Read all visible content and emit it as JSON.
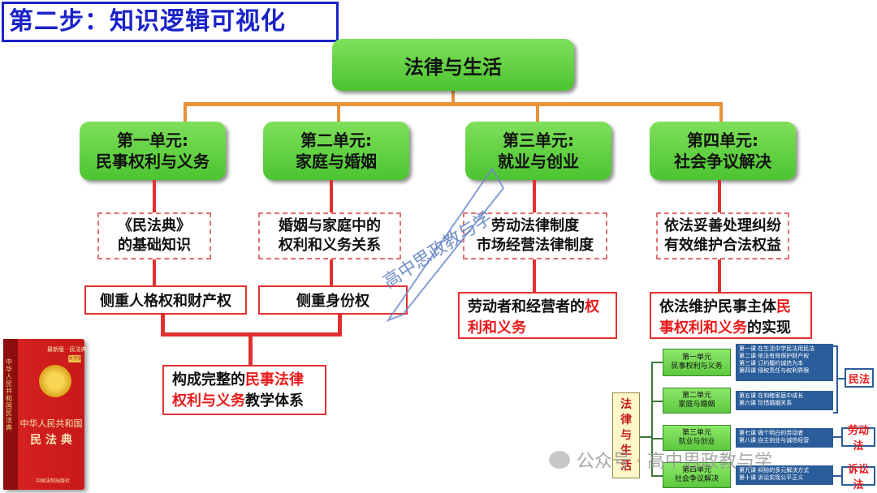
{
  "header": {
    "title": "第二步：知识逻辑可视化"
  },
  "root": {
    "label": "法律与生活"
  },
  "units": [
    {
      "line1": "第一单元:",
      "line2": "民事权利与义务",
      "content1": "《民法典》",
      "content2": "的基础知识",
      "focus": "侧重人格权和财产权"
    },
    {
      "line1": "第二单元:",
      "line2": "家庭与婚姻",
      "content1": "婚姻与家庭中的",
      "content2": "权利和义务关系",
      "focus": "侧重身份权"
    },
    {
      "line1": "第三单元:",
      "line2": "就业与创业",
      "content1": "劳动法律制度",
      "content2": "市场经营法律制度",
      "focus_prefix": "劳动者和经营者的",
      "focus_hl1": "权",
      "focus_hl2": "利和义务"
    },
    {
      "line1": "第四单元:",
      "line2": "社会争议解决",
      "content1": "依法妥善处理纠纷",
      "content2": "有效维护合法权益",
      "focus_prefix": "依法维护民事主体",
      "focus_hl1": "民",
      "focus_hl2": "事权利和义务",
      "focus_suffix": "的实现"
    }
  ],
  "summary": {
    "prefix": "构成完整的",
    "hl1": "民事法律",
    "hl2": "权利与义务",
    "suffix": "教学体系"
  },
  "book": {
    "top": "最新版 · 民法典",
    "badge": "大字版",
    "title1": "中华人民共和国",
    "title2": "民 法 典",
    "spine": "中华人民共和国民法典",
    "publisher": "中国法制出版社"
  },
  "mini": {
    "vertical": [
      "法",
      "律",
      "与",
      "生",
      "活"
    ],
    "units": [
      {
        "name1": "第一单元",
        "name2": "民事权利与义务",
        "lessons": [
          "第一课 在生活中学民法用民法",
          "第二课 依法有效保护财产权",
          "第三课 订约履约诚信为本",
          "第四课 侵权责任与权利界限"
        ]
      },
      {
        "name1": "第二单元",
        "name2": "家庭与婚姻",
        "lessons": [
          "第五课 在和睦家庭中成长",
          "第六课 珍惜婚姻关系"
        ]
      },
      {
        "name1": "第三单元",
        "name2": "就业与创业",
        "lessons": [
          "第七课 做个明白的劳动者",
          "第八课 自主创业与诚信经营"
        ]
      },
      {
        "name1": "第四单元",
        "name2": "社会争议解决",
        "lessons": [
          "第九课 纠纷的多元解决方式",
          "第十课 诉讼实现公平正义"
        ]
      }
    ],
    "tags": [
      "民法",
      "劳动法",
      "诉讼法"
    ]
  },
  "watermarks": {
    "diagonal": "高中思政教与学",
    "corner_label": "公众号 · 高中思政教与学"
  },
  "colors": {
    "green": "#5cc83f",
    "red": "#e43232",
    "blue_title": "#1a22c8",
    "orange": "#e8923a"
  }
}
